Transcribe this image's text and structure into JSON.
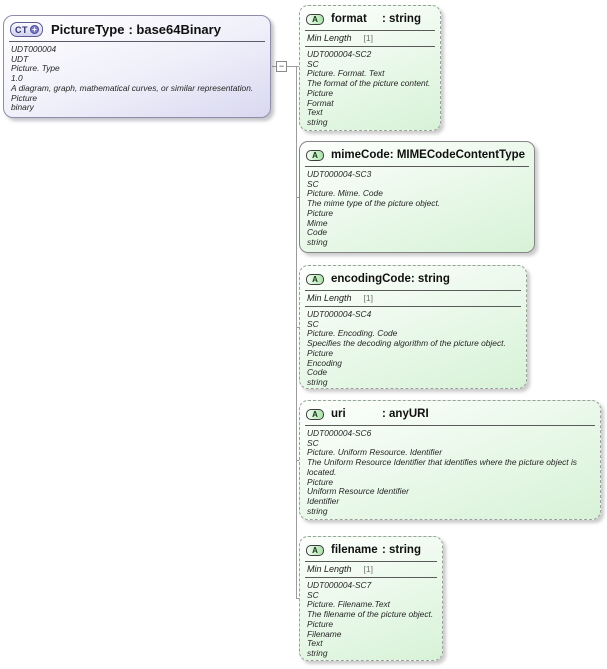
{
  "diagram": {
    "collapse_glyph": "−",
    "complex_type": {
      "badge": "CT",
      "badge_plus": "+",
      "name": "PictureType",
      "type_label": ": base64Binary",
      "annotations": [
        "UDT000004",
        "UDT",
        "Picture. Type",
        "1.0",
        "A diagram, graph, mathematical curves, or similar representation.",
        "Picture",
        "binary"
      ]
    },
    "attributes": [
      {
        "badge": "A",
        "name": "format",
        "type_label": ": string",
        "facet_name": "Min Length",
        "facet_cardinality": "[1]",
        "annotations": [
          "UDT000004-SC2",
          "SC",
          "Picture. Format. Text",
          "The format of the picture content.",
          "Picture",
          "Format",
          "Text",
          "string"
        ]
      },
      {
        "badge": "A",
        "name": "mimeCode",
        "type_label": ": MIMECodeContentType",
        "annotations": [
          "UDT000004-SC3",
          "SC",
          "Picture. Mime. Code",
          "The mime type of the picture object.",
          "Picture",
          "Mime",
          "Code",
          "string"
        ]
      },
      {
        "badge": "A",
        "name": "encodingCode",
        "type_label": ": string",
        "facet_name": "Min Length",
        "facet_cardinality": "[1]",
        "annotations": [
          "UDT000004-SC4",
          "SC",
          "Picture. Encoding. Code",
          "Specifies the decoding algorithm of the picture object.",
          "Picture",
          "Encoding",
          "Code",
          "string"
        ]
      },
      {
        "badge": "A",
        "name": "uri",
        "type_label": ": anyURI",
        "annotations": [
          "UDT000004-SC6",
          "SC",
          "Picture. Uniform Resource. Identifier",
          "The Uniform Resource Identifier that identifies where the picture object is located.",
          "Picture",
          "Uniform Resource Identifier",
          "Identifier",
          "string"
        ]
      },
      {
        "badge": "A",
        "name": "filename",
        "type_label": ": string",
        "facet_name": "Min Length",
        "facet_cardinality": "[1]",
        "annotations": [
          "UDT000004-SC7",
          "SC",
          "Picture. Filename.Text",
          "The filename of the picture object.",
          "Picture",
          "Filename",
          "Text",
          "string"
        ]
      }
    ],
    "colors": {
      "attr_border_optional": "#98a298",
      "attr_border_required": "#868686",
      "attr_fill_end": "#d7f2d7",
      "ct_fill_end": "#d9d8f0",
      "connector": "#9c9c9c"
    }
  }
}
